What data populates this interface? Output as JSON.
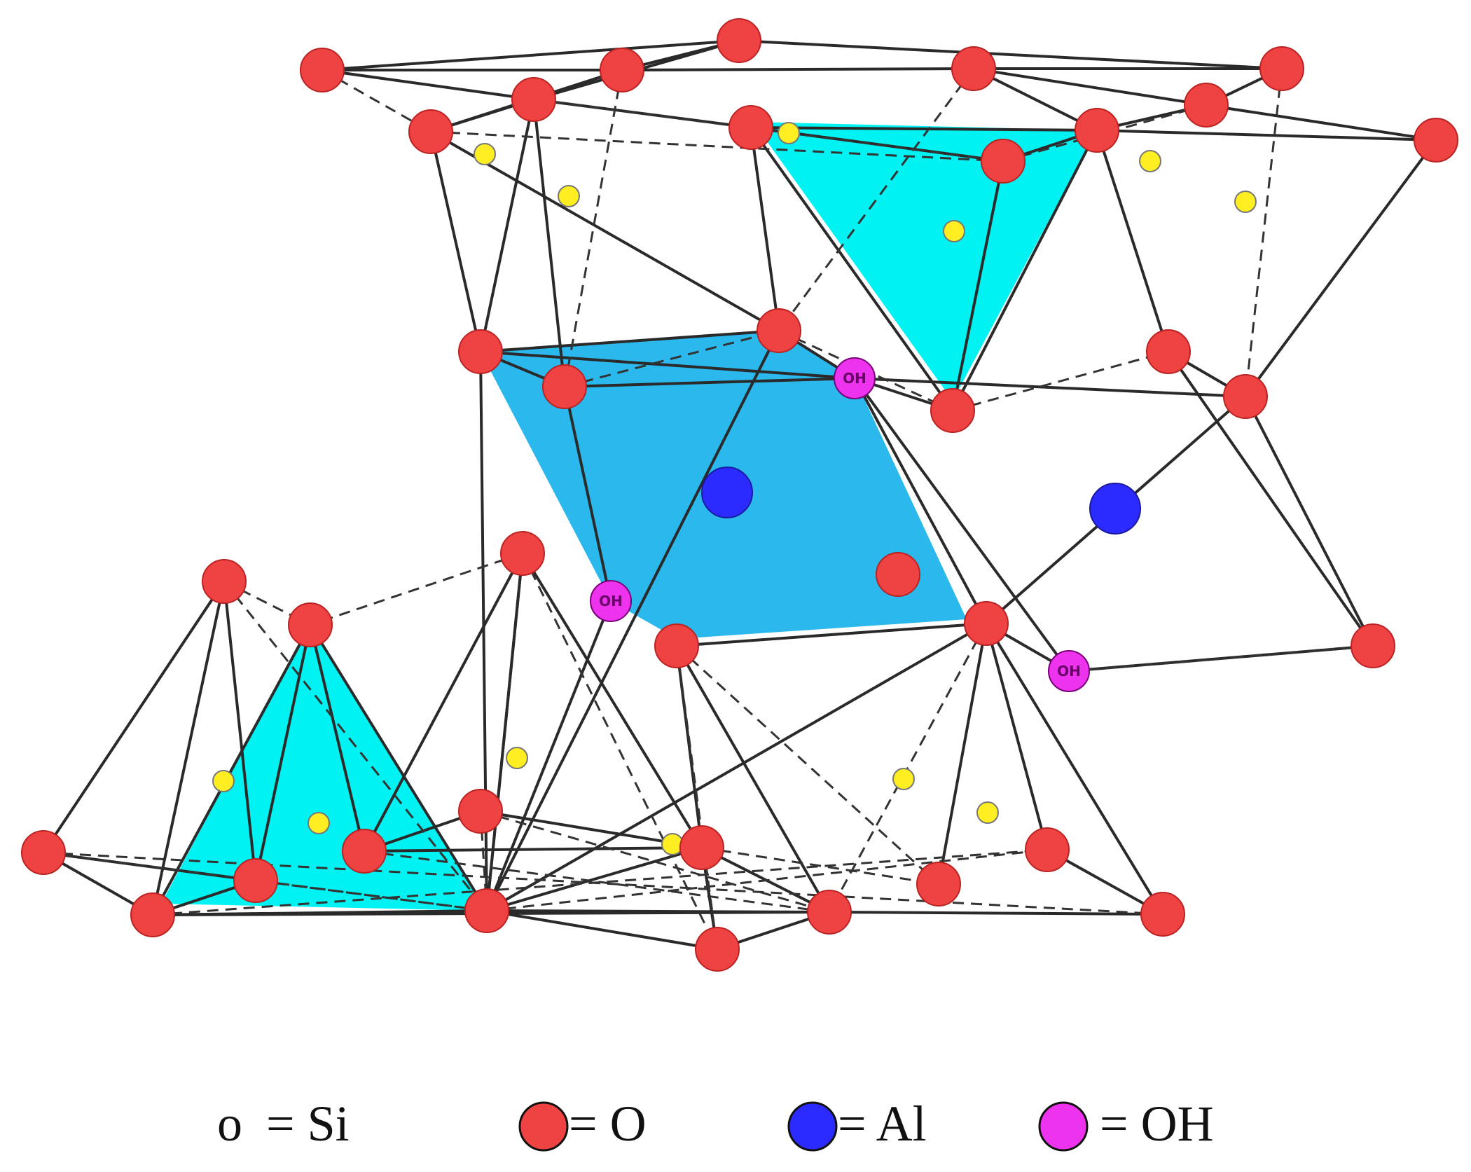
{
  "colors": {
    "oxygen": "#ef4343",
    "silicon": "#ffee22",
    "aluminum": "#2b2bff",
    "hydroxyl": "#ee33ee",
    "tetrahedron": "#00f2f2",
    "octahedron": "#1fb4ec",
    "bond": "#2a2a2a"
  },
  "icons": {
    "silicon": "small-open-circle",
    "oxygen": "red-circle",
    "aluminum": "blue-circle",
    "hydroxyl": "magenta-circle"
  },
  "atom_labels": {
    "hydroxyl": "OH"
  },
  "legend": [
    {
      "key": "si",
      "symbol": "o",
      "label": "= Si"
    },
    {
      "key": "o",
      "label": "= O"
    },
    {
      "key": "al",
      "label": "= Al"
    },
    {
      "key": "oh",
      "label": "= OH"
    }
  ]
}
